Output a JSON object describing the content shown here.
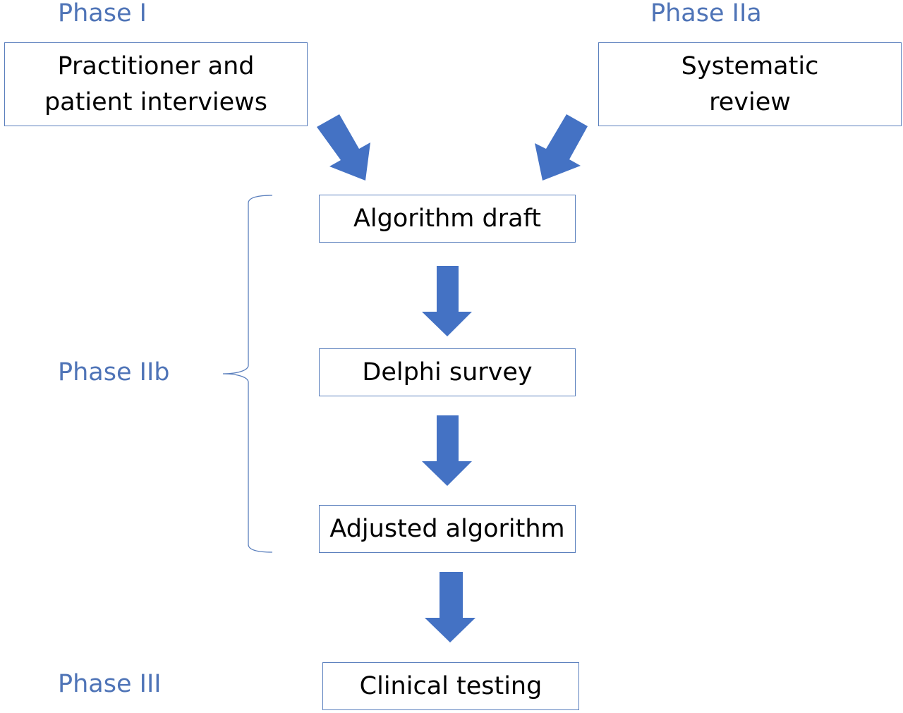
{
  "phases": {
    "phase_1": "Phase I",
    "phase_2a": "Phase IIa",
    "phase_2b": "Phase IIb",
    "phase_3": "Phase III"
  },
  "boxes": {
    "interviews": {
      "line1": "Practitioner and",
      "line2": "patient interviews"
    },
    "review": {
      "line1": "Systematic",
      "line2": "review"
    },
    "algorithm_draft": "Algorithm draft",
    "delphi_survey": "Delphi survey",
    "adjusted_algorithm": "Adjusted algorithm",
    "clinical_testing": "Clinical testing"
  },
  "colors": {
    "phase_text": "#4f74b7",
    "arrow_fill": "#4472c4",
    "box_border": "#5a7fbd"
  },
  "icons": {
    "arrow": "block-arrow-icon",
    "bracket": "curly-bracket-icon"
  }
}
